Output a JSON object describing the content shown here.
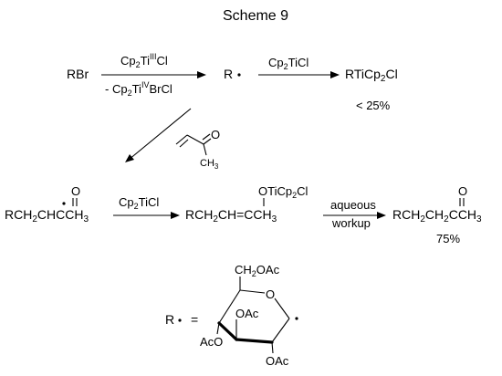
{
  "title": "Scheme 9",
  "row1": {
    "reactant": "RBr",
    "reagent_above": "Cp2TiIIICl",
    "reagent_below": "- Cp2TiIVBrCl",
    "intermediate": "R",
    "reagent2": "Cp2TiCl",
    "product": "RTiCp2Cl",
    "yield": "< 25%"
  },
  "row2": {
    "substrate_ch3": "CH3",
    "radical": "RCH2CHCCH3",
    "reagent": "Cp2TiCl",
    "enolate_group": "OTiCp2Cl",
    "enolate": "RCH2CH=CCH3",
    "workup_top": "aqueous",
    "workup_bottom": "workup",
    "product": "RCH2CH2CCH3",
    "yield": "75%"
  },
  "sugar": {
    "label": "R",
    "equals": "=",
    "ch2oac": "CH2OAc",
    "oac_top": "OAc",
    "oac_left": "AcO",
    "oac_bottom": "OAc",
    "ring_o": "O"
  }
}
